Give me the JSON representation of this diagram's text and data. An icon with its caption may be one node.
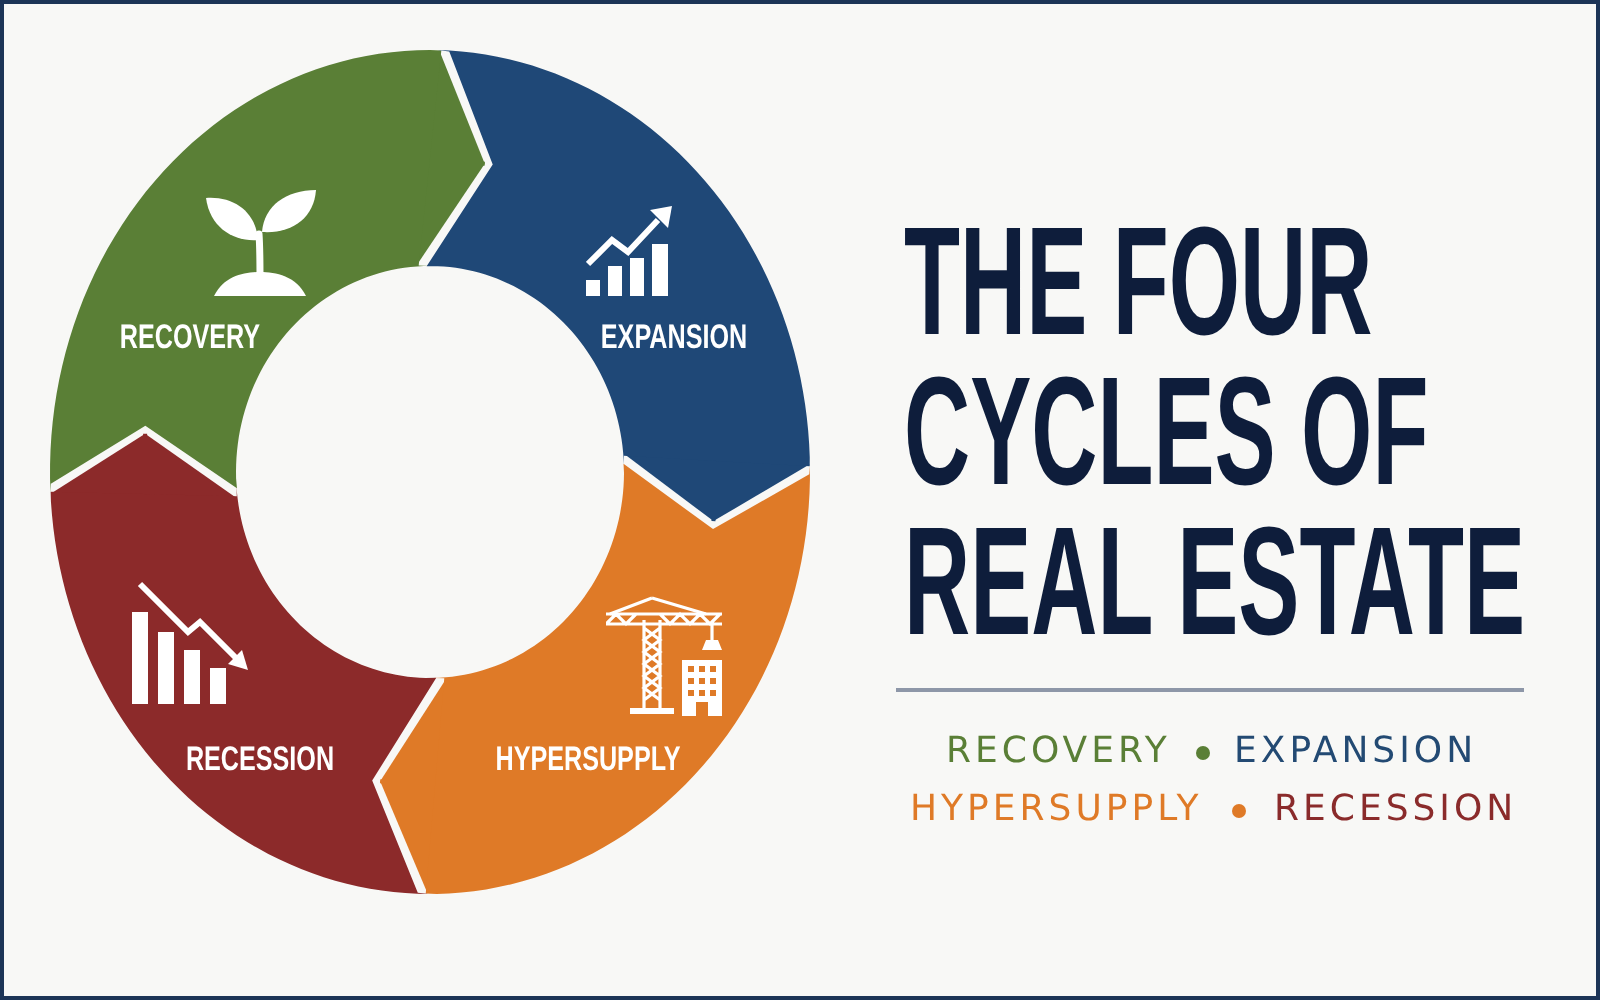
{
  "diagram": {
    "title": "THE FOUR CYCLES OF REAL ESTATE",
    "nodes": [
      {
        "text": [
          "RECOVERY"
        ]
      },
      {
        "text": [
          "EXPANSION"
        ]
      },
      {
        "text": [
          "HYPERSUPPLY"
        ]
      },
      {
        "text": [
          "RECESSION"
        ]
      }
    ],
    "edges": [
      {
        "from": 0,
        "to": 1,
        "arrow": "to",
        "color": "#5a7f36"
      },
      {
        "from": 1,
        "to": 2,
        "arrow": "to",
        "color": "#1f4877"
      },
      {
        "from": 2,
        "to": 3,
        "arrow": "to",
        "color": "#df7a27"
      },
      {
        "from": 3,
        "to": 0,
        "arrow": "to",
        "color": "#8c2a2a"
      }
    ],
    "labels": [
      "RECOVERY",
      "EXPANSION",
      "HYPERSUPPLY",
      "RECESSION"
    ]
  }
}
